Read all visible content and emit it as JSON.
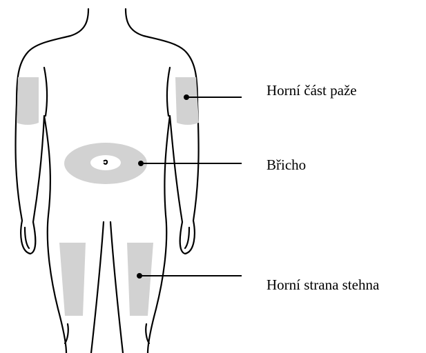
{
  "labels": {
    "upper_arm": "Horní část paže",
    "abdomen": "Břicho",
    "thigh": "Horní strana stehna"
  },
  "colors": {
    "outline": "#000000",
    "zone": "#d2d2d2",
    "background": "#ffffff"
  }
}
